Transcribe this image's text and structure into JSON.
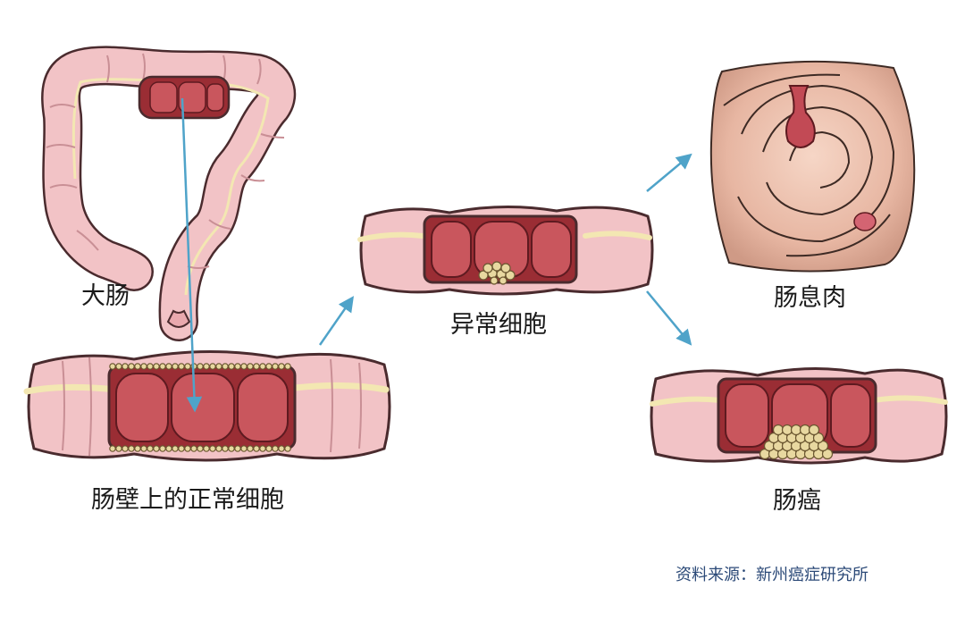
{
  "labels": {
    "large_intestine": "大肠",
    "normal_cells": "肠壁上的正常细胞",
    "abnormal_cells": "异常细胞",
    "polyp": "肠息肉",
    "cancer": "肠癌"
  },
  "source": "资料来源：新州癌症研究所",
  "colors": {
    "tissue": "#f2c3c6",
    "tissue_stroke": "#4a2b2e",
    "lumen": "#9a2d34",
    "lumen_light": "#c9565d",
    "cell": "#e8d8a0",
    "arrow": "#4fa3c9",
    "polyp_bg": "#e9b9a6",
    "text": "#1a1a1a",
    "source_text": "#2c4a78"
  }
}
